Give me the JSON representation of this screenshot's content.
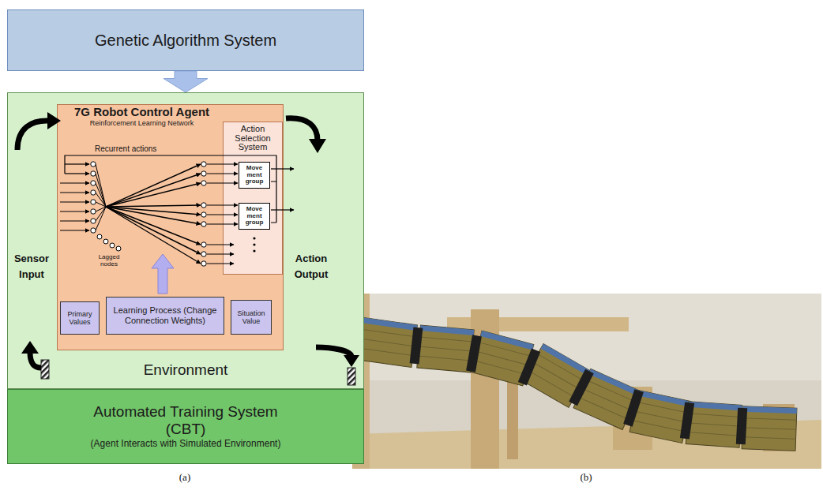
{
  "diagram": {
    "nodes": [
      {
        "text": [
          "Genetic Algorithm System"
        ]
      },
      {
        "text": [
          "Environment"
        ]
      },
      {
        "text": [
          "7G Robot Control Agent",
          "Reinforcement Learning Network"
        ],
        "in": 1
      },
      {
        "text": [
          "Action Selection System"
        ],
        "in": 2
      },
      {
        "text": [
          "Move ment group"
        ],
        "in": 3
      },
      {
        "text": [
          "Move ment group"
        ],
        "in": 3
      },
      {
        "text": [
          "Primary Values"
        ],
        "in": 2
      },
      {
        "text": [
          "Learning Process (Change Connection Weights)"
        ],
        "in": 2
      },
      {
        "text": [
          "Situation Value"
        ],
        "in": 2
      },
      {
        "text": [
          "Automated Training System (CBT)",
          "(Agent Interacts with Simulated Environment)"
        ]
      }
    ],
    "edges": [
      {
        "from": 0,
        "to": 1,
        "arrow": "to"
      }
    ],
    "labels": [
      "Recurrent actions",
      "Lagged nodes",
      "Sensor Input",
      "Action Output",
      "(a)",
      "(b)"
    ]
  }
}
